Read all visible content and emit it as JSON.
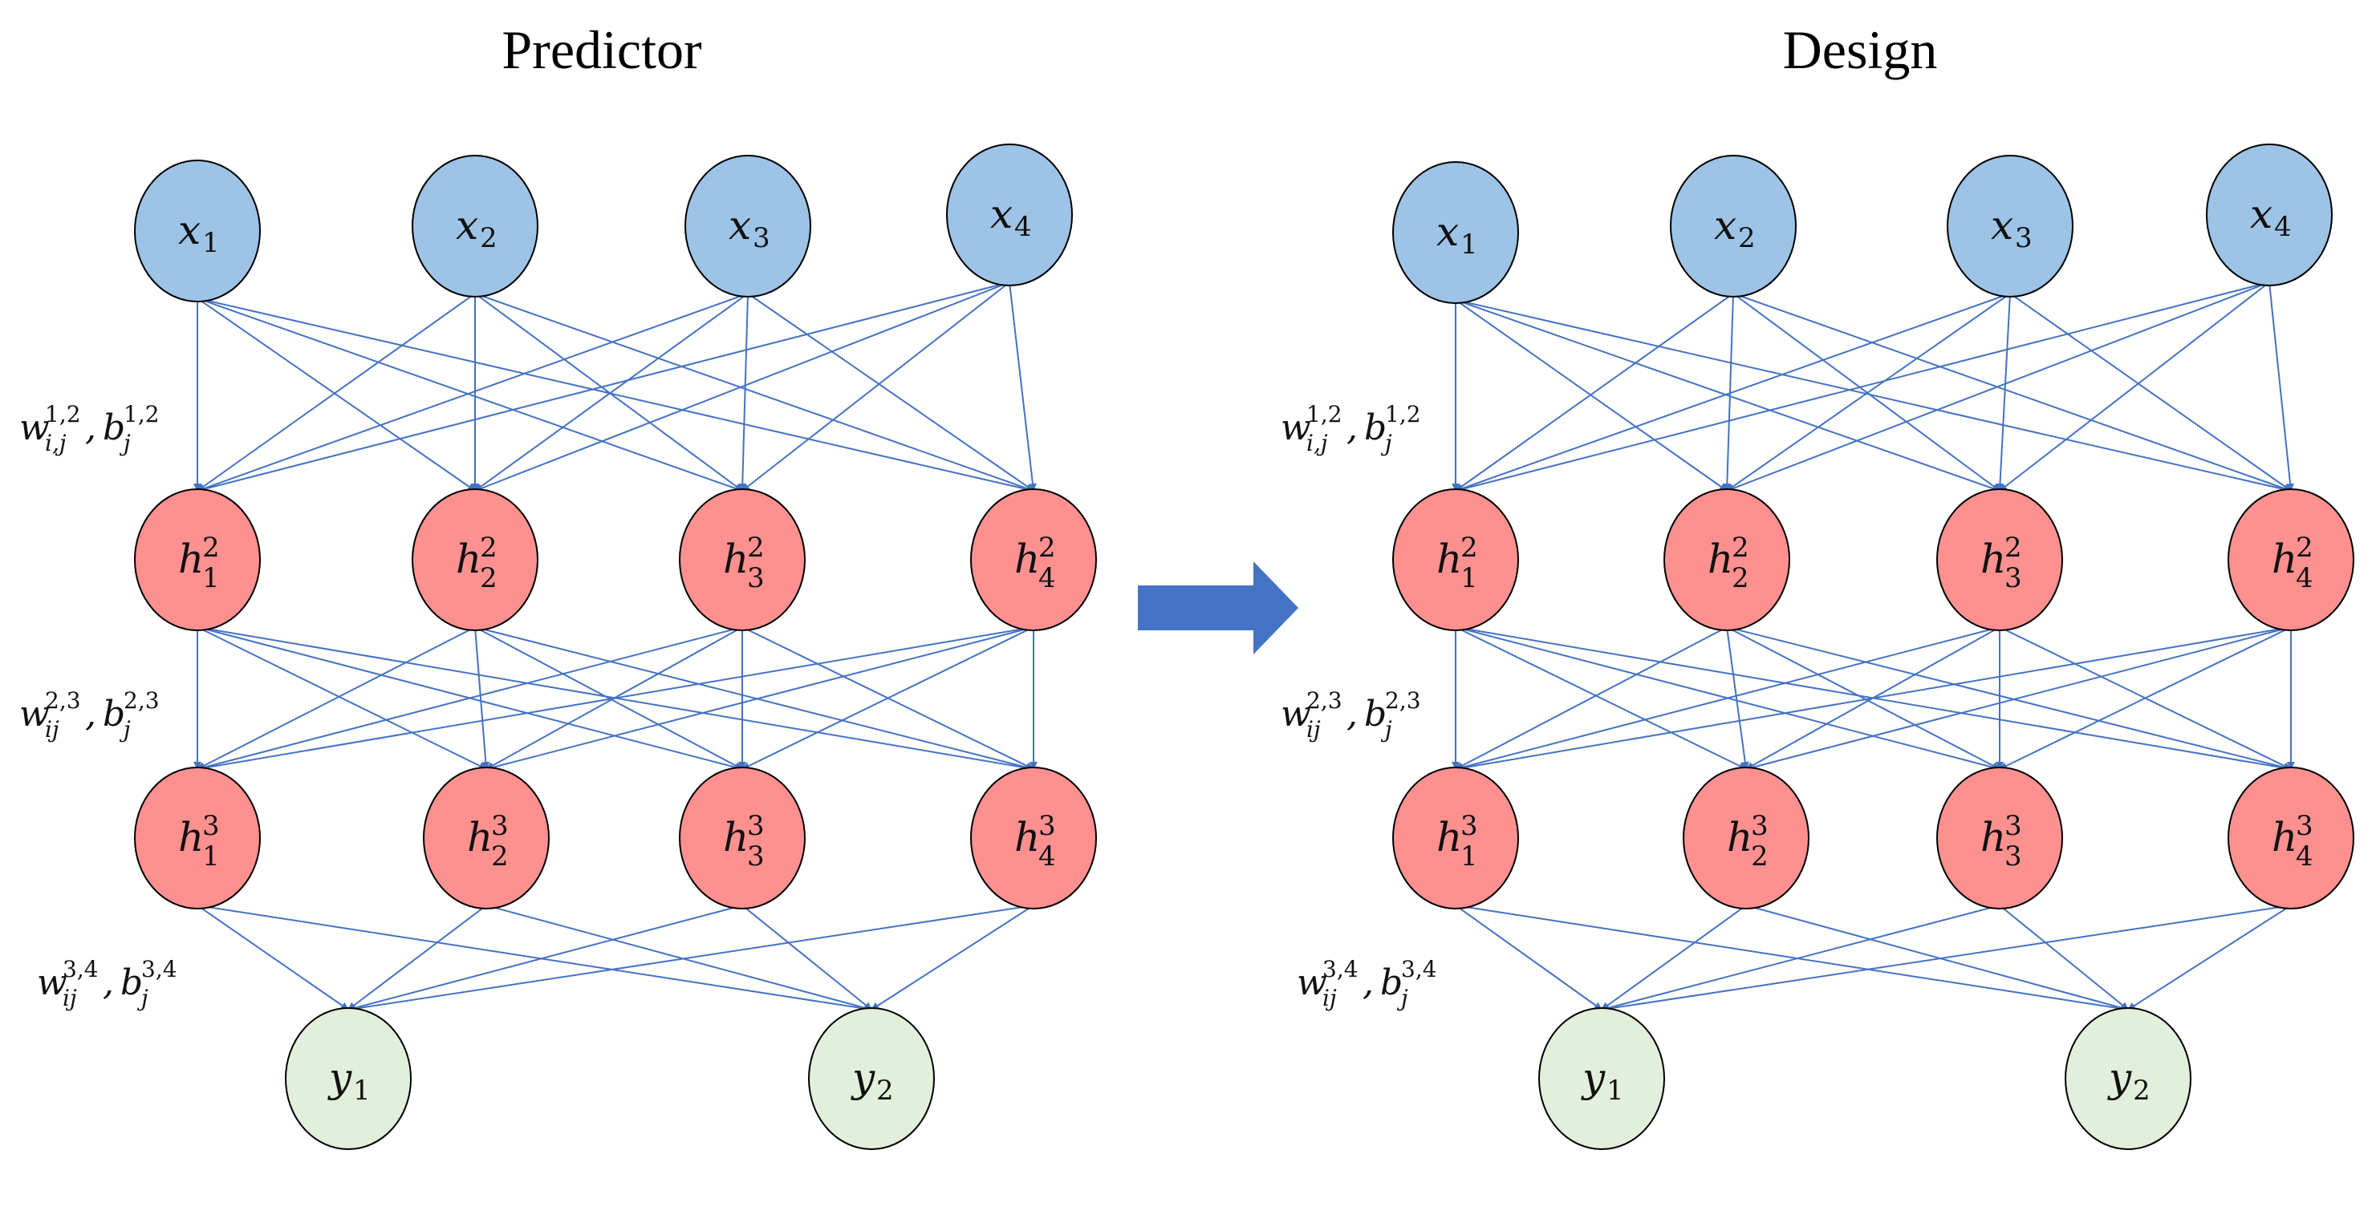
{
  "colors": {
    "input": "#9DC3E6",
    "hidden": "#FF9090",
    "output": "#E2EFDA",
    "edge": "#4472C4",
    "arrow": "#4472C4",
    "outline": "#000000"
  },
  "panels": [
    {
      "title": "Predictor",
      "layers": [
        {
          "nodes": [
            {
              "base": "x",
              "sub": "1",
              "sup": ""
            },
            {
              "base": "x",
              "sub": "2",
              "sup": ""
            },
            {
              "base": "x",
              "sub": "3",
              "sup": ""
            },
            {
              "base": "x",
              "sub": "4",
              "sup": ""
            }
          ]
        },
        {
          "nodes": [
            {
              "base": "h",
              "sub": "1",
              "sup": "2"
            },
            {
              "base": "h",
              "sub": "2",
              "sup": "2"
            },
            {
              "base": "h",
              "sub": "3",
              "sup": "2"
            },
            {
              "base": "h",
              "sub": "4",
              "sup": "2"
            }
          ]
        },
        {
          "nodes": [
            {
              "base": "h",
              "sub": "1",
              "sup": "3"
            },
            {
              "base": "h",
              "sub": "2",
              "sup": "3"
            },
            {
              "base": "h",
              "sub": "3",
              "sup": "3"
            },
            {
              "base": "h",
              "sub": "4",
              "sup": "3"
            }
          ]
        },
        {
          "nodes": [
            {
              "base": "y",
              "sub": "1",
              "sup": ""
            },
            {
              "base": "y",
              "sub": "2",
              "sup": ""
            }
          ]
        }
      ],
      "weights": [
        {
          "w_sub": "i,j",
          "w_sup": "1,2",
          "b_sub": "j",
          "b_sup": "1,2"
        },
        {
          "w_sub": "ij",
          "w_sup": "2,3",
          "b_sub": "j",
          "b_sup": "2,3"
        },
        {
          "w_sub": "ij",
          "w_sup": "3,4",
          "b_sub": "j",
          "b_sup": "3,4"
        }
      ]
    },
    {
      "title": "Design",
      "layers": [
        {
          "nodes": [
            {
              "base": "x",
              "sub": "1",
              "sup": ""
            },
            {
              "base": "x",
              "sub": "2",
              "sup": ""
            },
            {
              "base": "x",
              "sub": "3",
              "sup": ""
            },
            {
              "base": "x",
              "sub": "4",
              "sup": ""
            }
          ]
        },
        {
          "nodes": [
            {
              "base": "h",
              "sub": "1",
              "sup": "2"
            },
            {
              "base": "h",
              "sub": "2",
              "sup": "2"
            },
            {
              "base": "h",
              "sub": "3",
              "sup": "2"
            },
            {
              "base": "h",
              "sub": "4",
              "sup": "2"
            }
          ]
        },
        {
          "nodes": [
            {
              "base": "h",
              "sub": "1",
              "sup": "3"
            },
            {
              "base": "h",
              "sub": "2",
              "sup": "3"
            },
            {
              "base": "h",
              "sub": "3",
              "sup": "3"
            },
            {
              "base": "h",
              "sub": "4",
              "sup": "3"
            }
          ]
        },
        {
          "nodes": [
            {
              "base": "y",
              "sub": "1",
              "sup": ""
            },
            {
              "base": "y",
              "sub": "2",
              "sup": ""
            }
          ]
        }
      ],
      "weights": [
        {
          "w_sub": "i,j",
          "w_sup": "1,2",
          "b_sub": "j",
          "b_sup": "1,2"
        },
        {
          "w_sub": "ij",
          "w_sup": "2,3",
          "b_sub": "j",
          "b_sup": "2,3"
        },
        {
          "w_sub": "ij",
          "w_sup": "3,4",
          "b_sub": "j",
          "b_sup": "3,4"
        }
      ]
    }
  ]
}
